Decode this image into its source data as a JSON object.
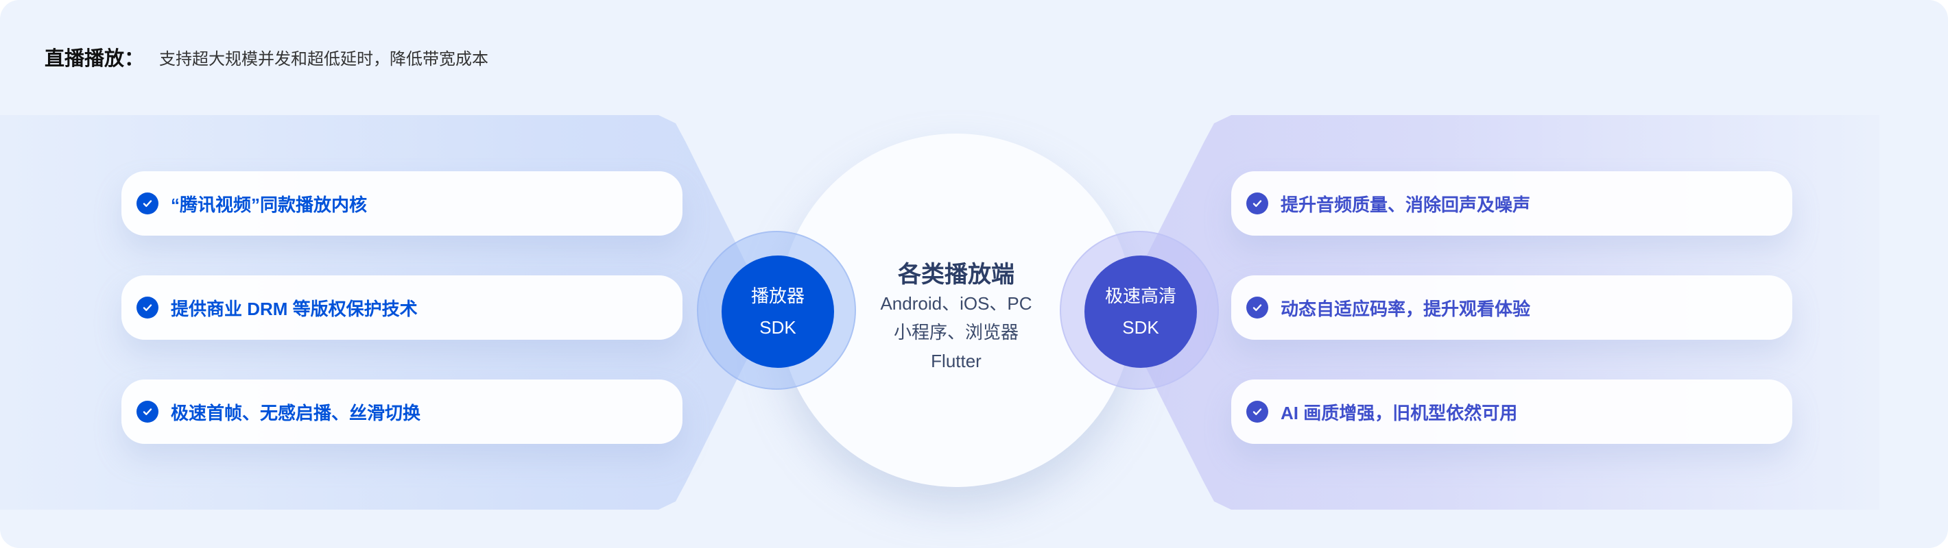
{
  "header": {
    "title": "直播播放：",
    "subtitle": "支持超大规模并发和超低延时，降低带宽成本"
  },
  "left_features": [
    "“腾讯视频”同款播放内核",
    "提供商业 DRM 等版权保护技术",
    "极速首帧、无感启播、丝滑切换"
  ],
  "right_features": [
    "提升音频质量、消除回声及噪声",
    "动态自适应码率，提升观看体验",
    "AI 画质增强，旧机型依然可用"
  ],
  "left_sdk": {
    "line1": "播放器",
    "line2": "SDK"
  },
  "right_sdk": {
    "line1": "极速高清",
    "line2": "SDK"
  },
  "center": {
    "title": "各类播放端",
    "lines": [
      "Android、iOS、PC",
      "小程序、浏览器",
      "Flutter"
    ]
  },
  "colors": {
    "left_accent": "#0052d9",
    "right_accent": "#4150cc",
    "background": "#edf3fd"
  }
}
